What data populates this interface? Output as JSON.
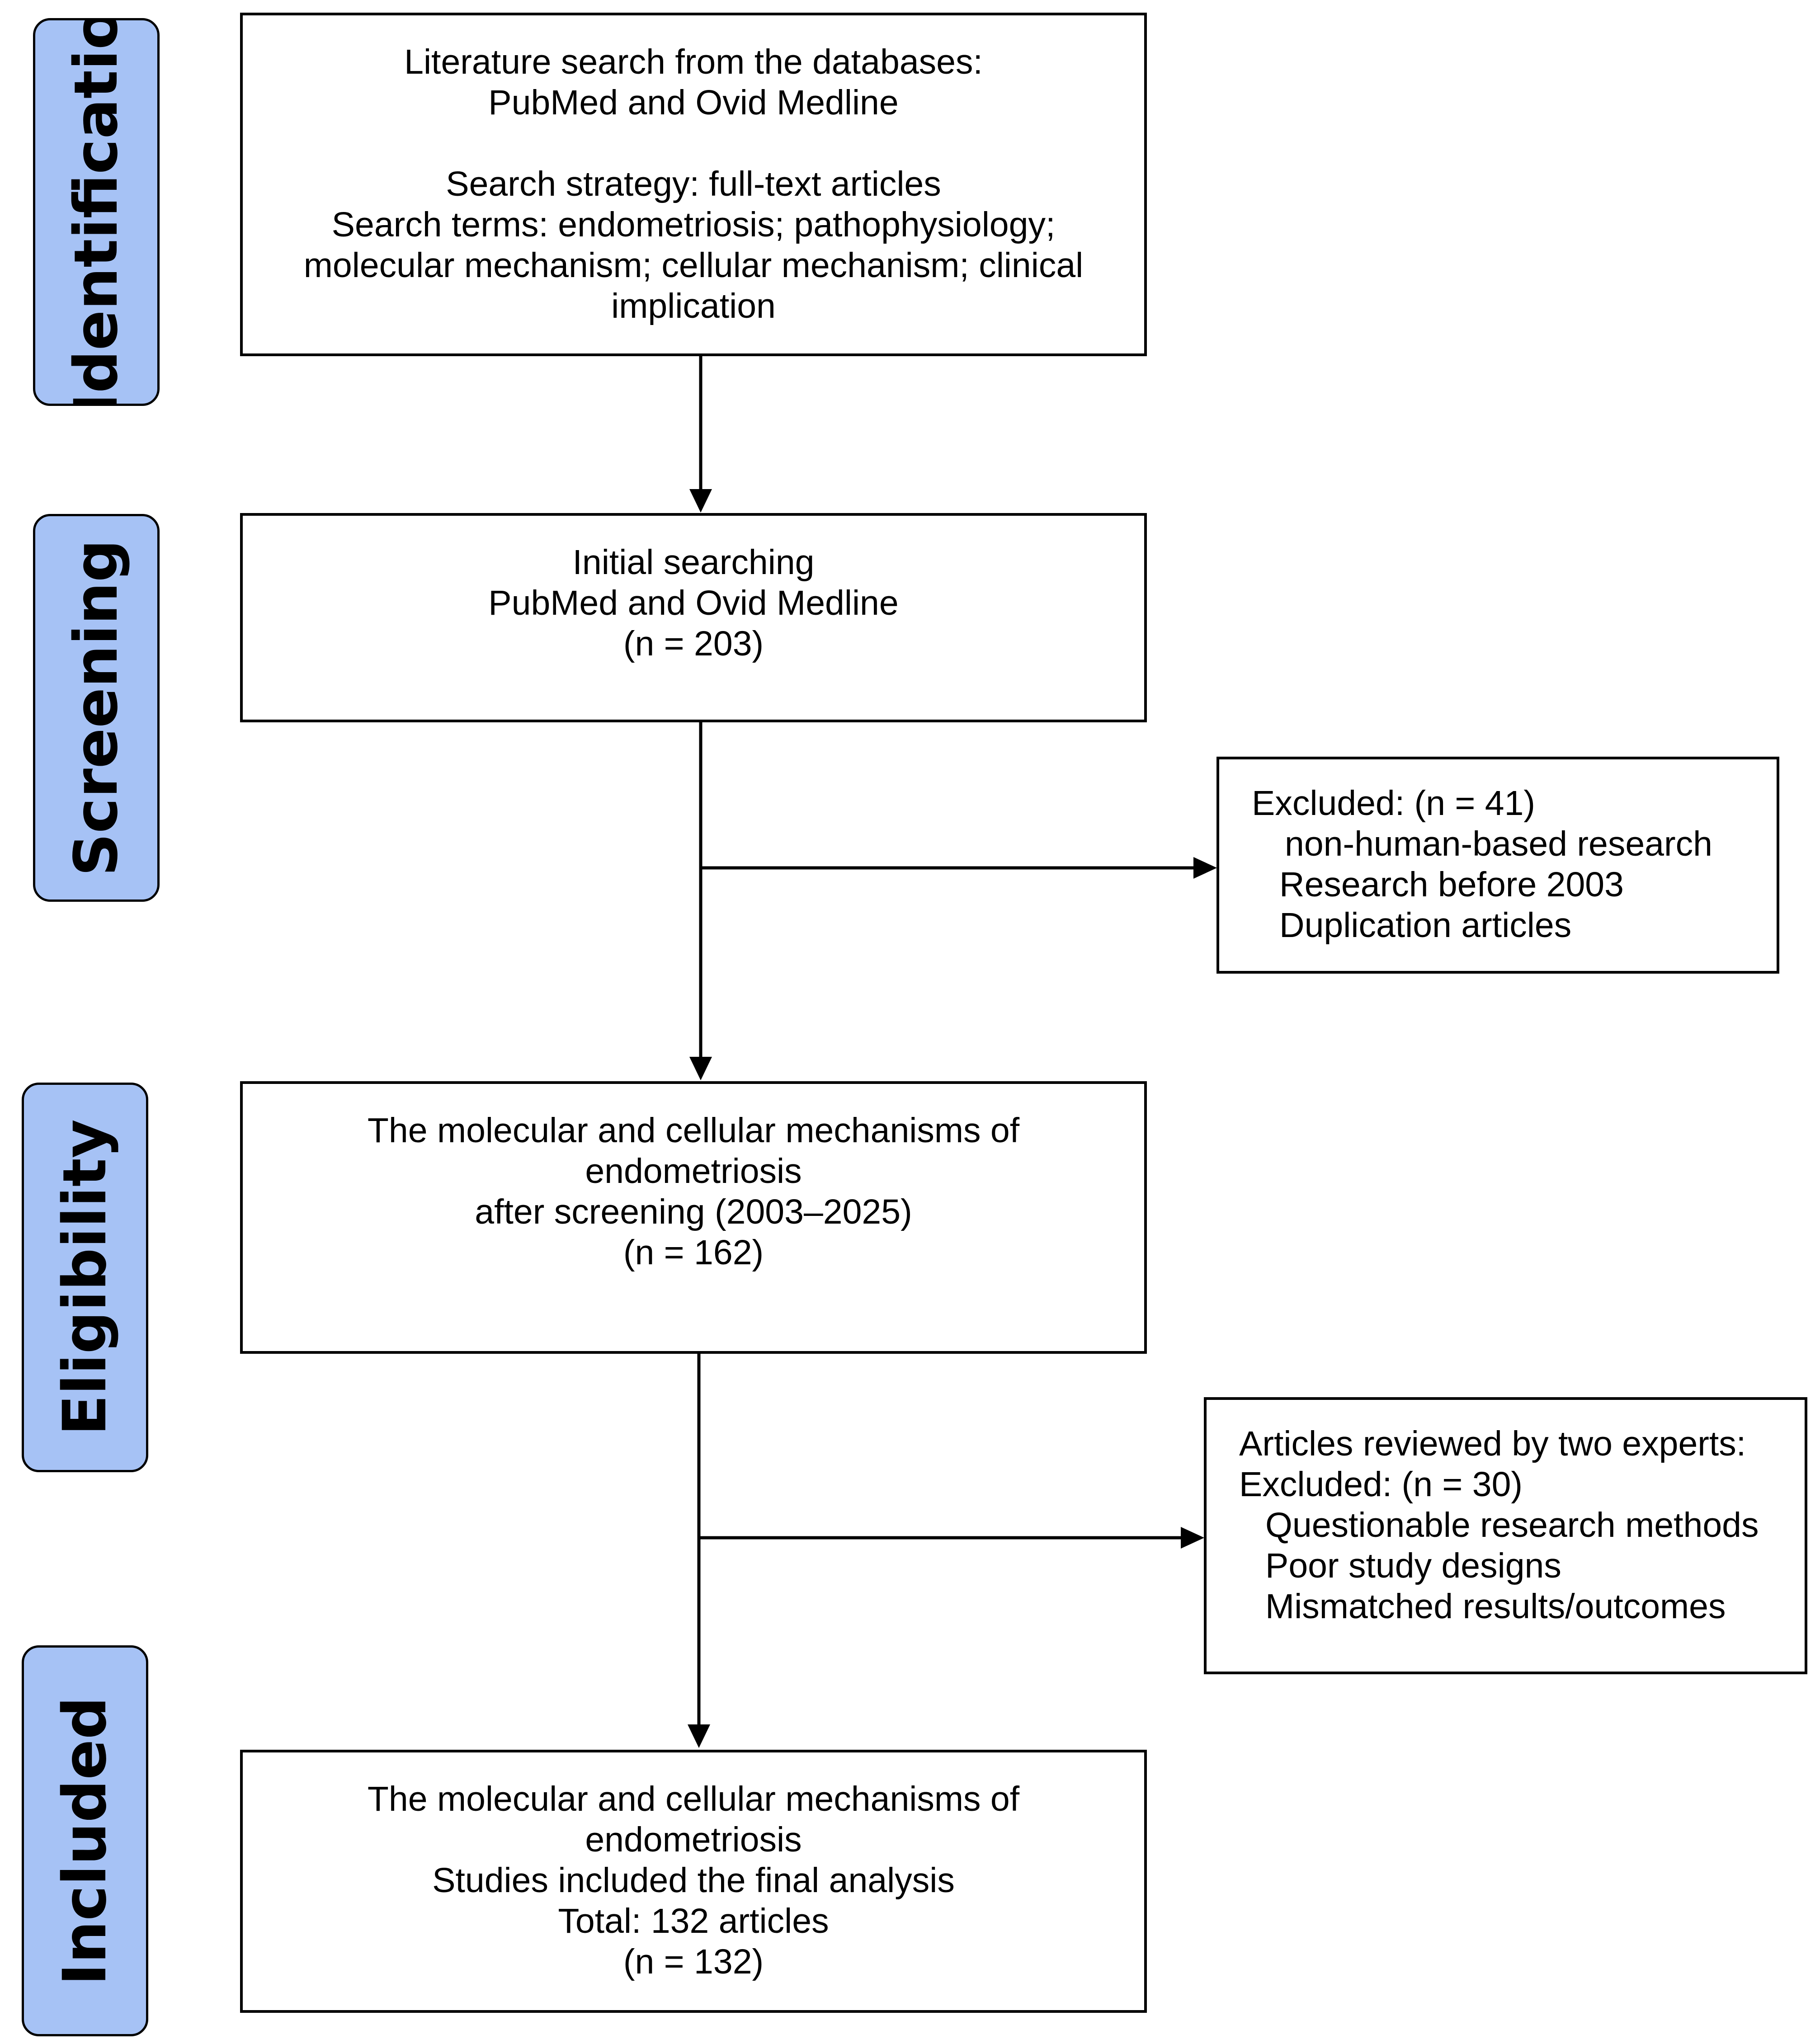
{
  "phases": {
    "identification": "Identificatio",
    "screening": "Screening",
    "eligibility": "Eligibility",
    "included": "Included"
  },
  "boxes": {
    "identification": {
      "lines": [
        "Literature search from the databases:",
        "PubMed and Ovid Medline",
        "",
        "Search strategy: full-text articles",
        "Search terms: endometriosis; pathophysiology;",
        "molecular mechanism; cellular mechanism; clinical",
        "implication"
      ]
    },
    "screening": {
      "lines": [
        "Initial searching",
        "PubMed and Ovid Medline",
        "(n = 203)"
      ]
    },
    "excluded_screening": {
      "lines": [
        "Excluded: (n = 41)",
        "non-human-based research",
        "Research before 2003",
        "Duplication articles"
      ]
    },
    "eligibility": {
      "lines": [
        "The molecular and cellular mechanisms of",
        "endometriosis",
        "after screening (2003–2025)",
        "(n = 162)"
      ]
    },
    "excluded_review": {
      "lines": [
        "Articles reviewed by two experts:",
        "Excluded: (n = 30)",
        "Questionable research methods",
        "Poor study designs",
        "Mismatched results/outcomes"
      ]
    },
    "included": {
      "lines": [
        "The molecular and cellular mechanisms of",
        "endometriosis",
        "Studies included the final analysis",
        "Total: 132 articles",
        "(n = 132)"
      ]
    }
  },
  "colors": {
    "phase_fill": "#a6c2f5",
    "stroke": "#000000"
  }
}
